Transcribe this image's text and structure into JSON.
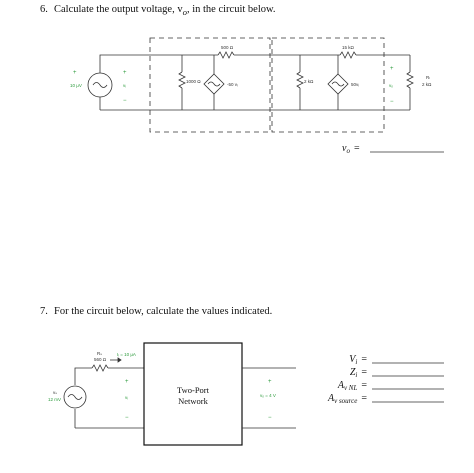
{
  "q6": {
    "number": "6.",
    "text": "Calculate the output voltage, v",
    "text_sub": "o",
    "text_end": ", in the circuit below.",
    "source_label": "10 μV",
    "vi_label": "vᵢ",
    "r1": "1000 Ω",
    "r_top1": "500 Ω",
    "dep1": "-50 vᵢ",
    "r2": "2 kΩ",
    "r_top2": "15 kΩ",
    "dep2": "50vᵢ",
    "vo_label": "vₒ",
    "rl_name": "Rₗ",
    "rl_value": "2 kΩ",
    "answer_var": "v",
    "answer_sub": "o",
    "answer_eq": "="
  },
  "q7": {
    "number": "7.",
    "text": "For the circuit below, calculate the values indicated.",
    "rs_name": "Rₛ",
    "rs_value": "560 Ω",
    "ii_label": "Iᵢ = 10 μA",
    "vs_name": "vₛ",
    "vs_value": "12 mV",
    "vi_label": "vᵢ",
    "box_line1": "Two-Port",
    "box_line2": "Network",
    "vo_label": "vₒ = 4 V",
    "answers": [
      {
        "var": "V",
        "sub": "i",
        "eq": "="
      },
      {
        "var": "Z",
        "sub": "i",
        "eq": "="
      },
      {
        "var": "A",
        "sub": "v NL",
        "eq": "="
      },
      {
        "var": "A",
        "sub": "v source",
        "eq": "="
      }
    ]
  }
}
